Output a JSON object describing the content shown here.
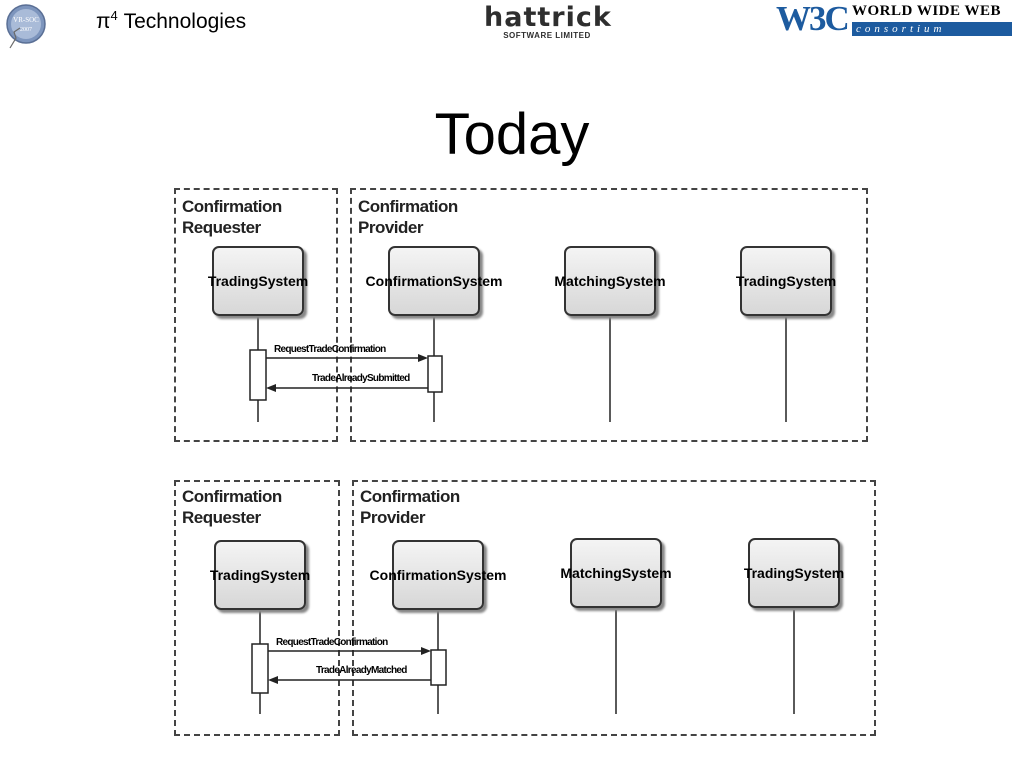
{
  "header": {
    "seal_text": [
      "VR-SOC",
      "2007"
    ],
    "company": "π",
    "company_sup": "4",
    "company_rest": " Technologies",
    "hattrick_main": "hattrick",
    "hattrick_sub": "SOFTWARE LIMITED",
    "w3c_logo": "W3C",
    "w3c_main": "WORLD WIDE WEB",
    "w3c_sub": "consortium",
    "w3c_color": "#1d5b9f"
  },
  "title": "Today",
  "diagrams": [
    {
      "requester_label": [
        "Confirmation",
        "Requester"
      ],
      "provider_label": [
        "Confirmation",
        "Provider"
      ],
      "lifelines": [
        {
          "name": [
            "Trading",
            "System"
          ]
        },
        {
          "name": [
            "Confirmation",
            "System"
          ]
        },
        {
          "name": [
            "Matching",
            "System"
          ]
        },
        {
          "name": [
            "Trading",
            "System"
          ]
        }
      ],
      "messages": [
        "RequestTradeConfirmation",
        "TradeAlreadySubmitted"
      ]
    },
    {
      "requester_label": [
        "Confirmation",
        "Requester"
      ],
      "provider_label": [
        "Confirmation",
        "Provider"
      ],
      "lifelines": [
        {
          "name": [
            "Trading",
            "System"
          ]
        },
        {
          "name": [
            "Confirmation",
            "System"
          ]
        },
        {
          "name": [
            "Matching",
            "System"
          ]
        },
        {
          "name": [
            "Trading",
            "System"
          ]
        }
      ],
      "messages": [
        "RequestTradeConfirmation",
        "TradeAlreadyMatched"
      ]
    }
  ]
}
